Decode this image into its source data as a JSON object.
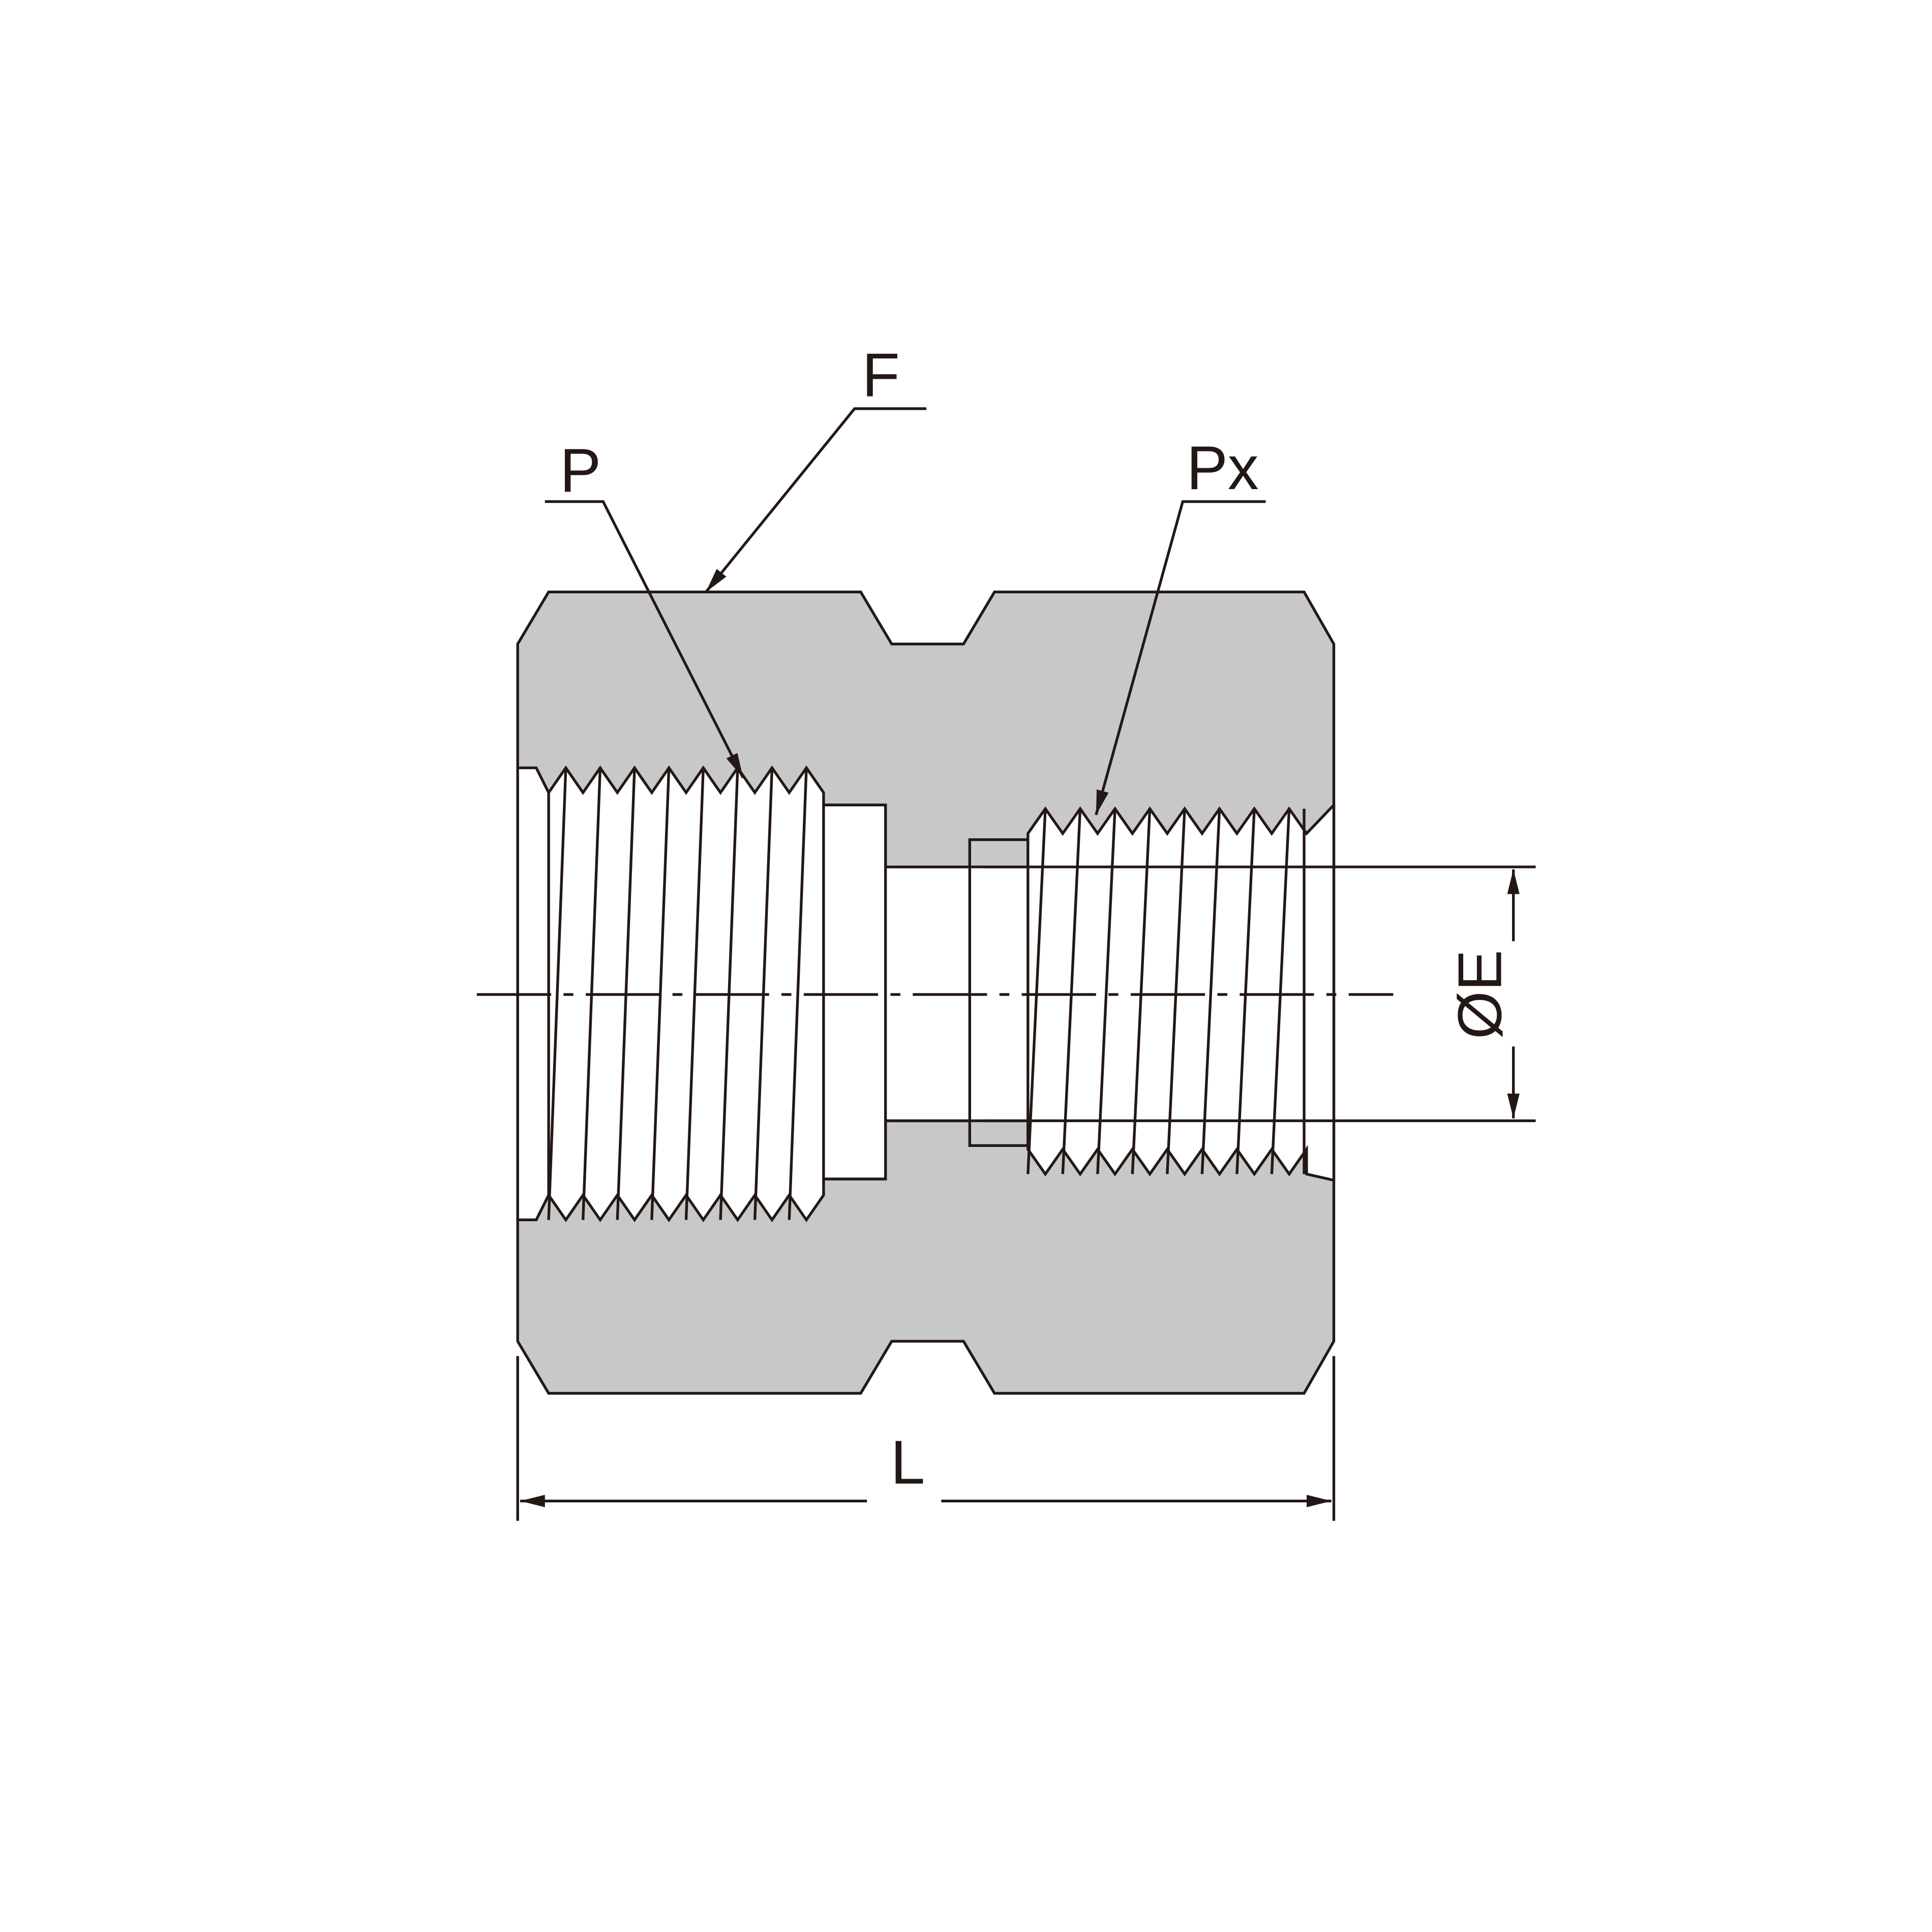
{
  "labels": {
    "hex_flats": "F",
    "female_thread_large": "P",
    "female_thread_small": "Px",
    "bore_diameter": "ØE",
    "overall_length": "L"
  },
  "colors": {
    "body_fill": "#c8c8c8",
    "line": "#231815",
    "background": "#ffffff"
  }
}
